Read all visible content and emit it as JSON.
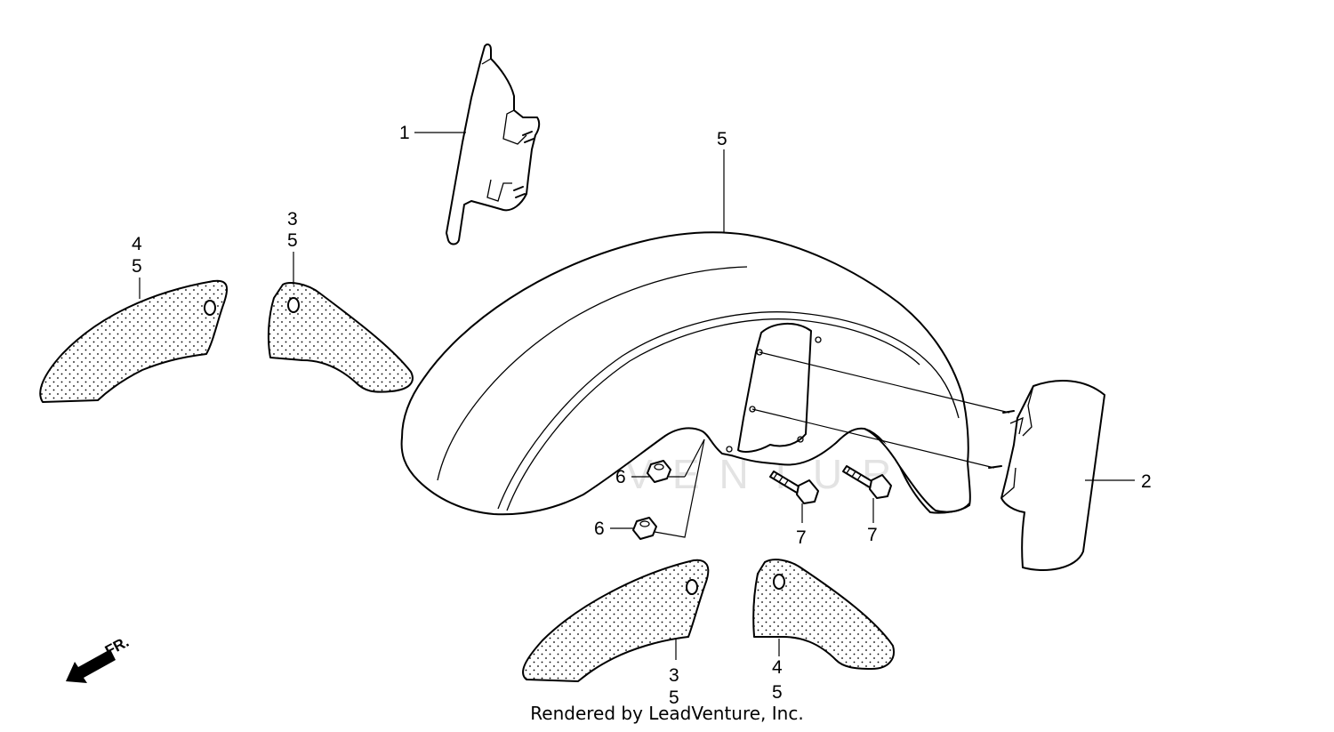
{
  "diagram": {
    "watermark": "LEADVENTURE",
    "front_indicator": "FR.",
    "callouts": {
      "c1": "1",
      "c2": "2",
      "c5_top": "5",
      "c3_left": "3",
      "c5_left3": "5",
      "c4_left": "4",
      "c5_left4": "5",
      "c6_a": "6",
      "c6_b": "6",
      "c7_a": "7",
      "c7_b": "7",
      "c3_bottom": "3",
      "c5_bottom3": "5",
      "c4_bottom": "4",
      "c5_bottom4": "5"
    }
  },
  "footer": {
    "credit": "Rendered by LeadVenture, Inc."
  }
}
